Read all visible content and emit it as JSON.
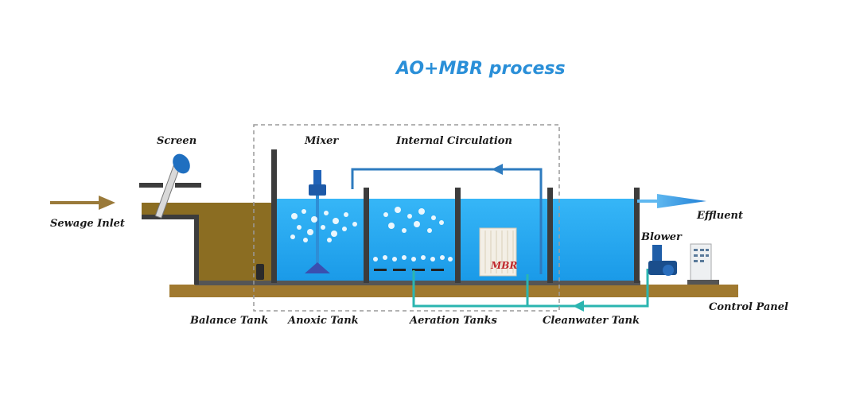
{
  "title": "AO+MBR process",
  "labels": {
    "screen": "Screen",
    "mixer": "Mixer",
    "internal_circulation": "Internal Circulation",
    "sewage_inlet": "Sewage Inlet",
    "effluent": "Effluent",
    "blower": "Blower",
    "mbr": "MBR",
    "balance_tank": "Balance Tank",
    "anoxic_tank": "Anoxic Tank",
    "aeration_tanks": "Aeration Tanks",
    "cleanwater_tank": "Cleanwater Tank",
    "control_panel": "Control Panel"
  },
  "colors": {
    "title": "#2a8fd8",
    "water": "#1ea8f5",
    "sewage": "#8a6e24",
    "soil": "#a0792f",
    "wall": "#3c3c3c",
    "pipe": "#2e7bbf",
    "return_pipe": "#2bb5b0",
    "sewage_arrow": "#9a7a3a",
    "mbr_text": "#c0272d"
  }
}
